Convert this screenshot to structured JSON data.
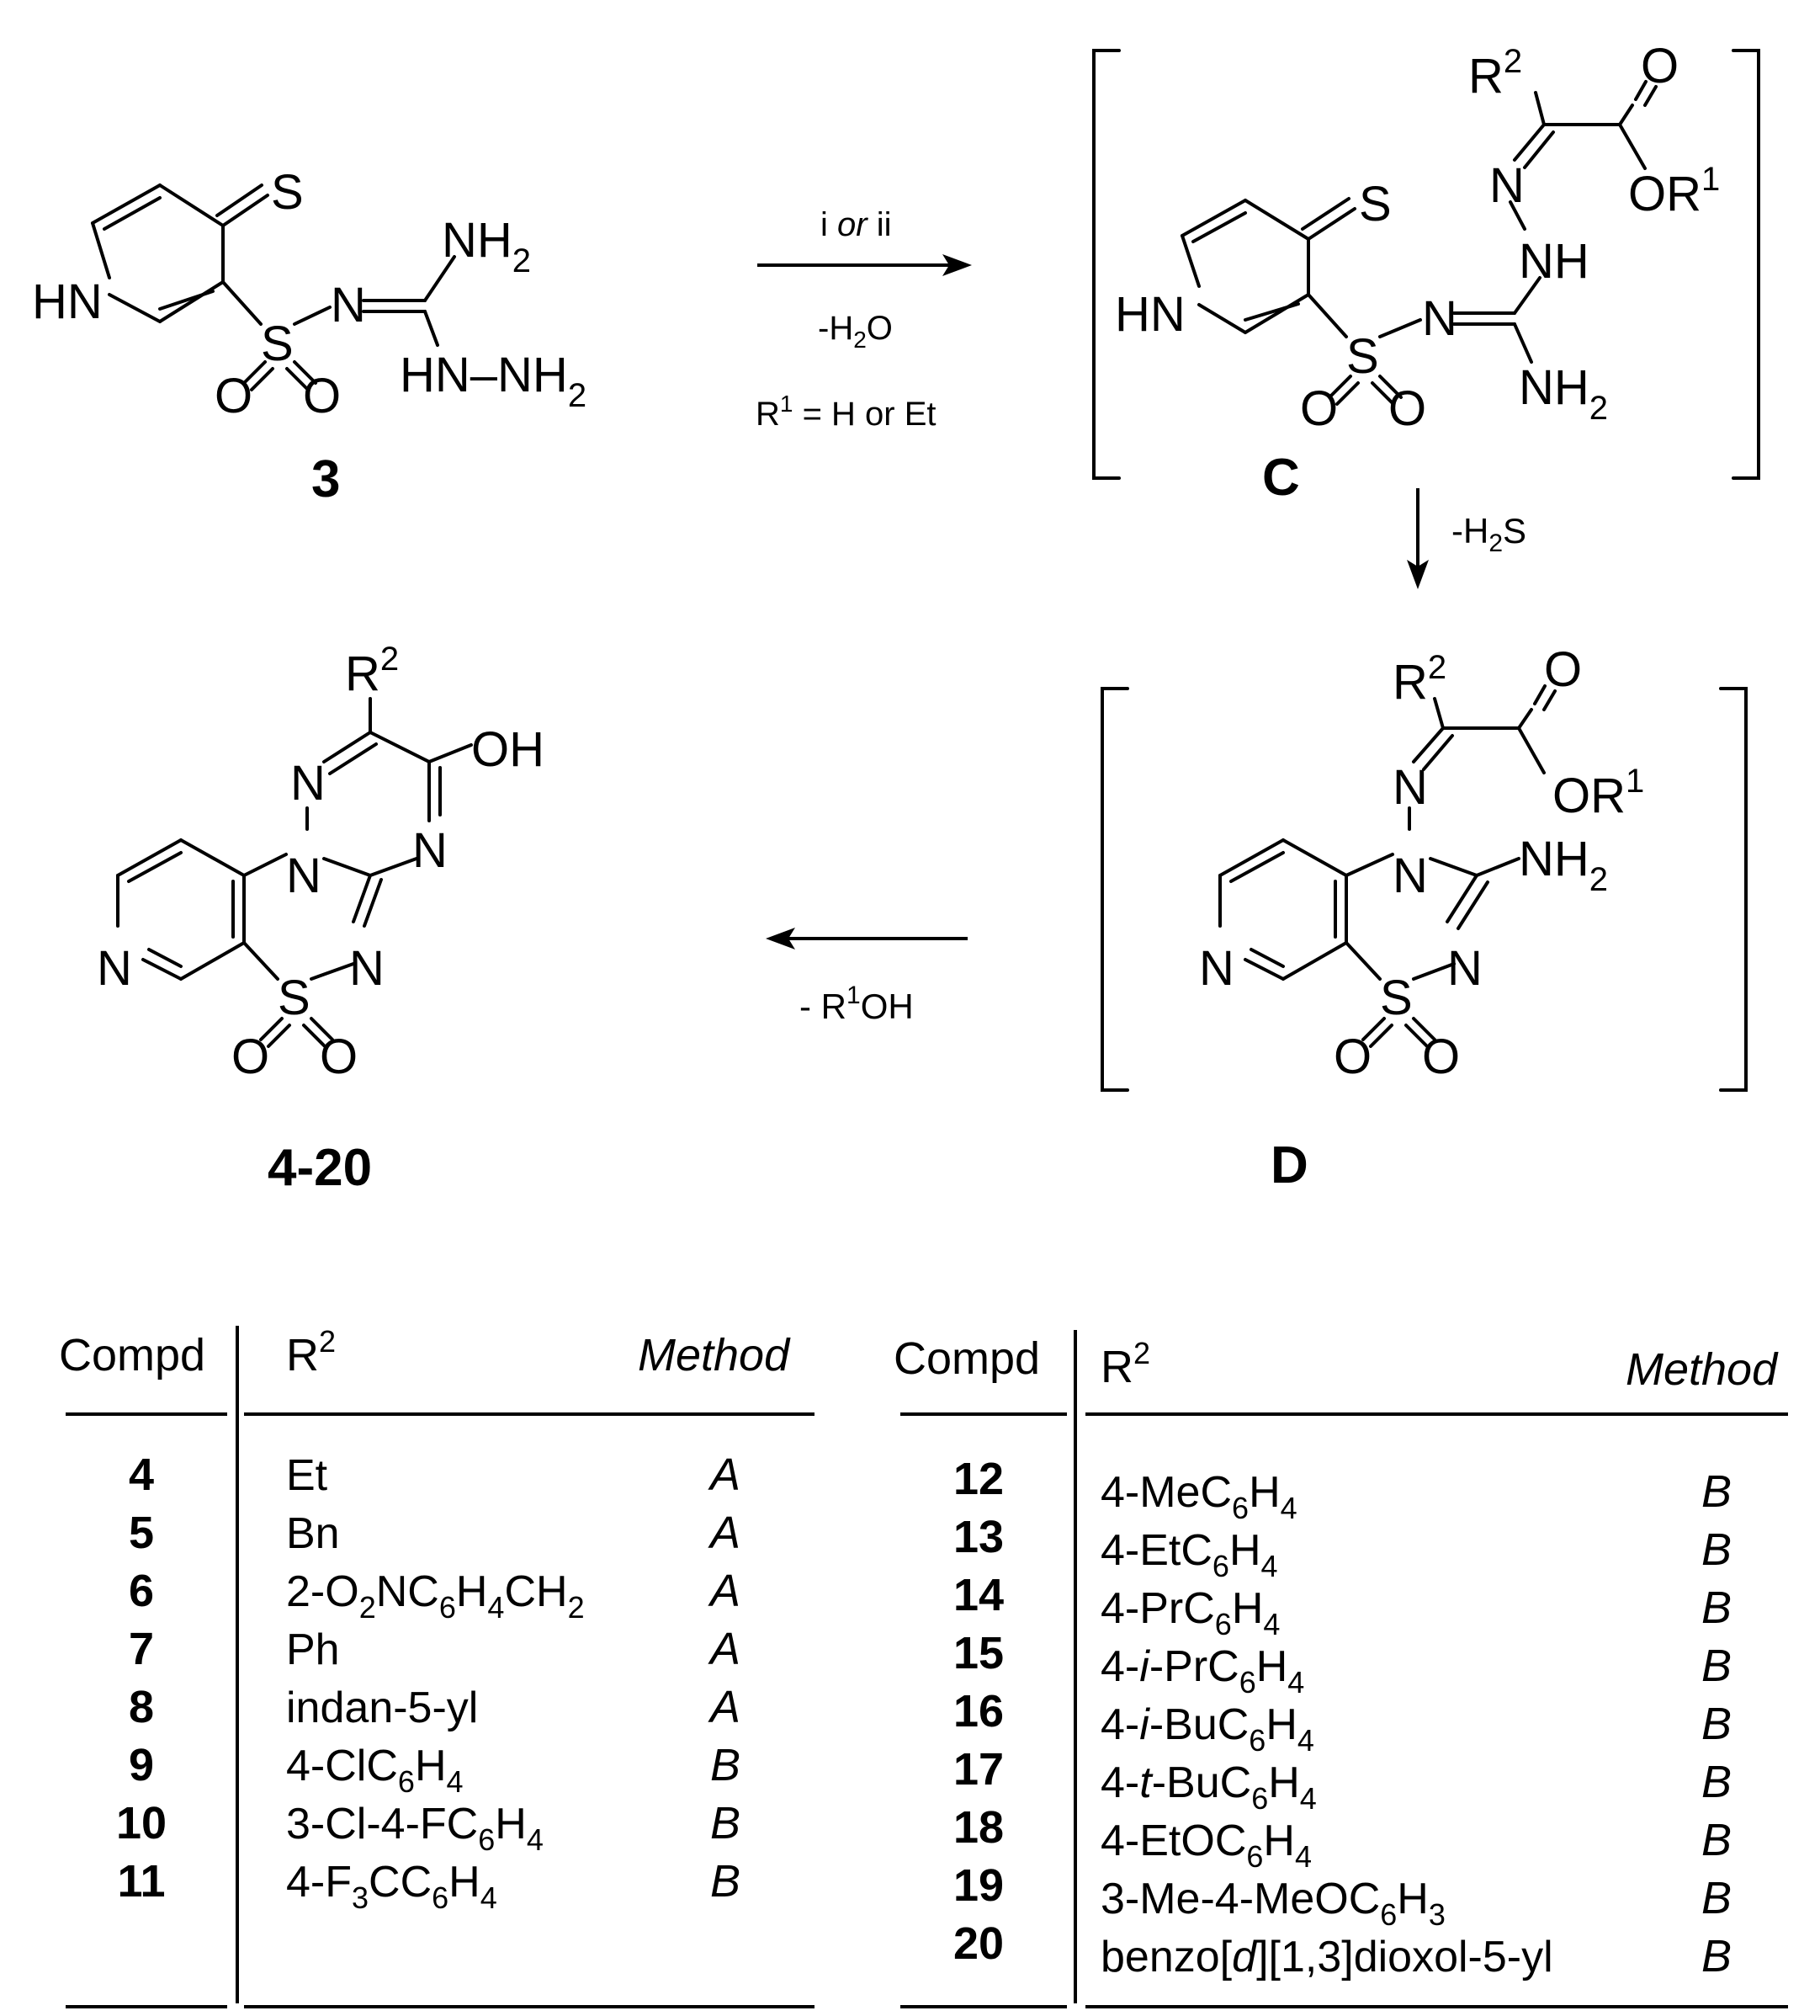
{
  "compound_3": {
    "label": "3",
    "atom_S_thione": "S",
    "atom_HN": "HN",
    "atom_N": "N",
    "atom_S": "S",
    "atom_O": "O",
    "nh2_top": "NH",
    "nh2_sub": "2",
    "hn_nh2": "HN–NH",
    "hn_nh2_sub": "2"
  },
  "arrow1": {
    "reagent_i": "i ",
    "reagent_or": "or",
    "reagent_ii": " ii",
    "minus_h2o_a": "-H",
    "minus_h2o_sub": "2",
    "minus_h2o_b": "O",
    "r1_a": "R",
    "r1_sup": "1",
    "r1_b": " = H or Et"
  },
  "intermediate_C": {
    "label": "C",
    "atom_S_thione": "S",
    "atom_HN": "HN",
    "atom_N": "N",
    "atom_S": "S",
    "atom_O": "O",
    "atom_NH": "NH",
    "atom_NH2": "NH",
    "nh2_sub": "2",
    "atom_R": "R",
    "r2_sup": "2",
    "atom_OR": "OR",
    "r1_sup": "1"
  },
  "arrow2": {
    "label_a": "-H",
    "label_sub": "2",
    "label_b": "S"
  },
  "intermediate_D": {
    "label": "D",
    "atom_N": "N",
    "atom_S": "S",
    "atom_O": "O",
    "atom_NH2": "NH",
    "nh2_sub": "2",
    "atom_R": "R",
    "r2_sup": "2",
    "atom_OR": "OR",
    "r1_sup": "1"
  },
  "arrow3": {
    "label_a": "- R",
    "label_sup": "1",
    "label_b": "OH"
  },
  "product": {
    "label": "4-20",
    "atom_N": "N",
    "atom_S": "S",
    "atom_O": "O",
    "atom_OH": "OH",
    "atom_R": "R",
    "r2_sup": "2"
  },
  "table_left": {
    "header_compd": "Compd",
    "header_r": "R",
    "header_r_sup": "2",
    "header_method": "Method",
    "rows": [
      {
        "compd": "4",
        "r2": [
          [
            "Et",
            "n"
          ]
        ],
        "method": "A"
      },
      {
        "compd": "5",
        "r2": [
          [
            "Bn",
            "n"
          ]
        ],
        "method": "A"
      },
      {
        "compd": "6",
        "r2": [
          [
            "2-O",
            "n"
          ],
          [
            "2",
            "s"
          ],
          [
            "NC",
            "n"
          ],
          [
            "6",
            "s"
          ],
          [
            "H",
            "n"
          ],
          [
            "4",
            "s"
          ],
          [
            "CH",
            "n"
          ],
          [
            "2",
            "s"
          ]
        ],
        "method": "A"
      },
      {
        "compd": "7",
        "r2": [
          [
            "Ph",
            "n"
          ]
        ],
        "method": "A"
      },
      {
        "compd": "8",
        "r2": [
          [
            "indan-5-yl",
            "n"
          ]
        ],
        "method": "A"
      },
      {
        "compd": "9",
        "r2": [
          [
            "4-ClC",
            "n"
          ],
          [
            "6",
            "s"
          ],
          [
            "H",
            "n"
          ],
          [
            "4",
            "s"
          ]
        ],
        "method": "B"
      },
      {
        "compd": "10",
        "r2": [
          [
            "3-Cl-4-FC",
            "n"
          ],
          [
            "6",
            "s"
          ],
          [
            "H",
            "n"
          ],
          [
            "4",
            "s"
          ]
        ],
        "method": "B"
      },
      {
        "compd": "11",
        "r2": [
          [
            "4-F",
            "n"
          ],
          [
            "3",
            "s"
          ],
          [
            "CC",
            "n"
          ],
          [
            "6",
            "s"
          ],
          [
            "H",
            "n"
          ],
          [
            "4",
            "s"
          ]
        ],
        "method": "B"
      }
    ]
  },
  "table_right": {
    "header_compd": "Compd",
    "header_r": "R",
    "header_r_sup": "2",
    "header_method": "Method",
    "rows": [
      {
        "compd": "12",
        "r2": [
          [
            "4-MeC",
            "n"
          ],
          [
            "6",
            "s"
          ],
          [
            "H",
            "n"
          ],
          [
            "4",
            "s"
          ]
        ],
        "method": "B"
      },
      {
        "compd": "13",
        "r2": [
          [
            "4-EtC",
            "n"
          ],
          [
            "6",
            "s"
          ],
          [
            "H",
            "n"
          ],
          [
            "4",
            "s"
          ]
        ],
        "method": "B"
      },
      {
        "compd": "14",
        "r2": [
          [
            "4-PrC",
            "n"
          ],
          [
            "6",
            "s"
          ],
          [
            "H",
            "n"
          ],
          [
            "4",
            "s"
          ]
        ],
        "method": "B"
      },
      {
        "compd": "15",
        "r2": [
          [
            "4-",
            "n"
          ],
          [
            "i",
            "i"
          ],
          [
            "-PrC",
            "n"
          ],
          [
            "6",
            "s"
          ],
          [
            "H",
            "n"
          ],
          [
            "4",
            "s"
          ]
        ],
        "method": "B"
      },
      {
        "compd": "16",
        "r2": [
          [
            "4-",
            "n"
          ],
          [
            "i",
            "i"
          ],
          [
            "-BuC",
            "n"
          ],
          [
            "6",
            "s"
          ],
          [
            "H",
            "n"
          ],
          [
            "4",
            "s"
          ]
        ],
        "method": "B"
      },
      {
        "compd": "17",
        "r2": [
          [
            "4-",
            "n"
          ],
          [
            "t",
            "i"
          ],
          [
            "-BuC",
            "n"
          ],
          [
            "6",
            "s"
          ],
          [
            "H",
            "n"
          ],
          [
            "4",
            "s"
          ]
        ],
        "method": "B"
      },
      {
        "compd": "18",
        "r2": [
          [
            "4-EtOC",
            "n"
          ],
          [
            "6",
            "s"
          ],
          [
            "H",
            "n"
          ],
          [
            "4",
            "s"
          ]
        ],
        "method": "B"
      },
      {
        "compd": "19",
        "r2": [
          [
            "3-Me-4-MeOC",
            "n"
          ],
          [
            "6",
            "s"
          ],
          [
            "H",
            "n"
          ],
          [
            "3",
            "s"
          ]
        ],
        "method": "B"
      },
      {
        "compd": "20",
        "r2": [
          [
            "benzo[",
            "n"
          ],
          [
            "d",
            "i"
          ],
          [
            "][1,3]dioxol-5-yl",
            "n"
          ]
        ],
        "method": "B"
      }
    ]
  }
}
